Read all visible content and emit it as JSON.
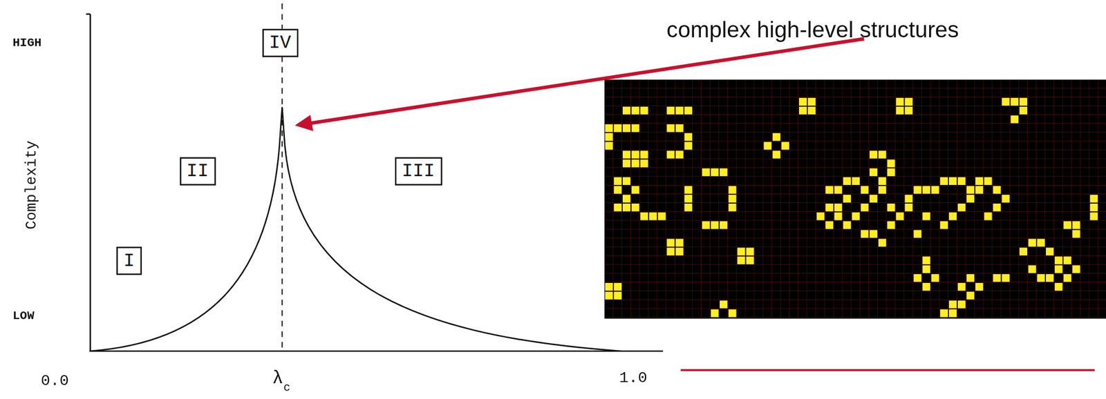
{
  "diagram": {
    "nodes": [
      {
        "text": [
          "IV"
        ]
      },
      {
        "text": [
          "II"
        ]
      },
      {
        "text": [
          "III"
        ]
      },
      {
        "text": [
          "I"
        ]
      }
    ],
    "labels": [
      "complex high-level structures",
      "HIGH",
      "Complexity",
      "LOW",
      "0.0",
      "λ",
      "c",
      "1.0"
    ]
  }
}
